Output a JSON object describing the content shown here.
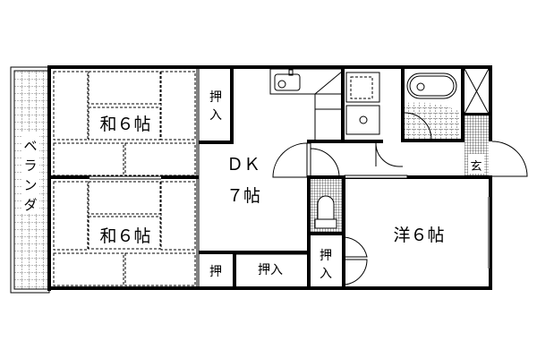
{
  "floor_plan": {
    "rooms": {
      "washitsu_1": "和６帖",
      "washitsu_2": "和６帖",
      "dk_line1": "ＤＫ",
      "dk_line2": "７帖",
      "youshitsu": "洋６帖",
      "genkan": "玄"
    },
    "storage": {
      "oshiire_top_1": "押",
      "oshiire_top_2": "入",
      "oshi_small": "押",
      "oshiire_bottom": "押入",
      "oshiire_right_1": "押",
      "oshiire_right_2": "入"
    },
    "balcony": [
      "ベ",
      "ラ",
      "ン",
      "ダ"
    ]
  }
}
